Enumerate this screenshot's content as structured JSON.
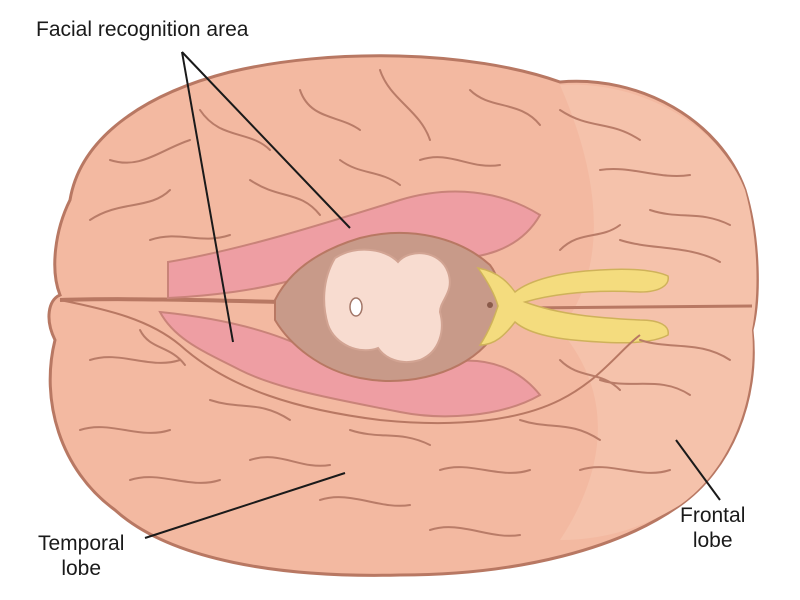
{
  "labels": {
    "facial_recognition": "Facial recognition area",
    "temporal_line1": "Temporal",
    "temporal_line2": "lobe",
    "frontal_line1": "Frontal",
    "frontal_line2": "lobe"
  },
  "colors": {
    "cortex": "#f3b9a1",
    "cortex_light": "#f7cdb9",
    "outline": "#b87863",
    "gyri_lines": "#b97c68",
    "fusiform_area": "#ee9ea3",
    "brainstem_dark": "#c89a89",
    "brainstem": "#e3b8a9",
    "pons": "#f8dcd0",
    "optic_chiasm": "#f4dc7e",
    "text": "#1a1a1a"
  }
}
